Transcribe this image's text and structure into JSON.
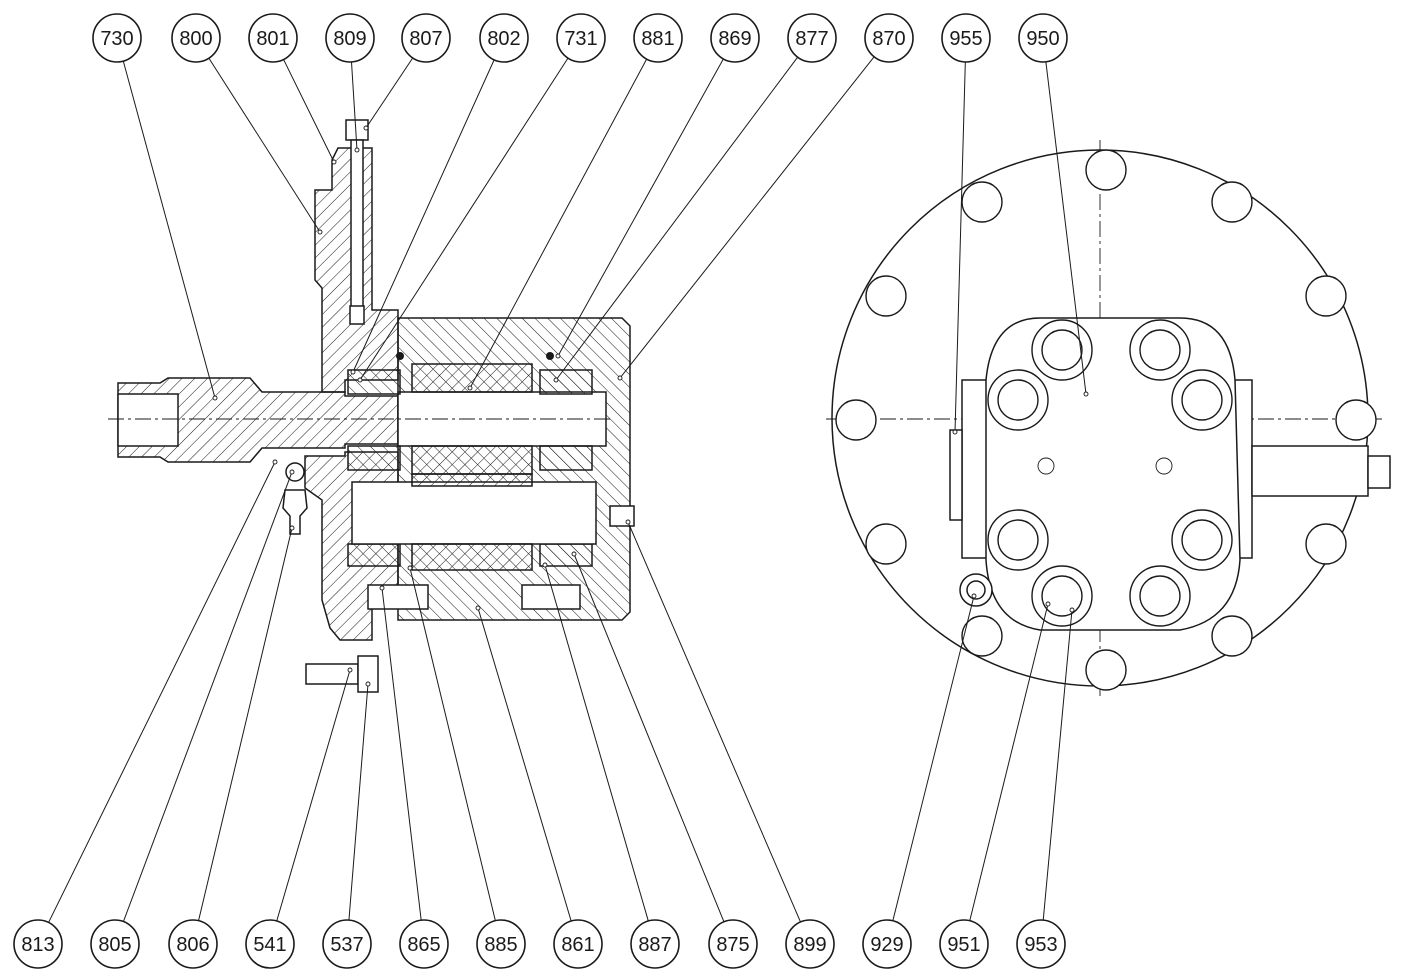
{
  "callouts_top": [
    "730",
    "800",
    "801",
    "809",
    "807",
    "802",
    "731",
    "881",
    "869",
    "877",
    "870",
    "955",
    "950"
  ],
  "callouts_bottom": [
    "813",
    "805",
    "806",
    "541",
    "537",
    "865",
    "885",
    "861",
    "887",
    "875",
    "899",
    "929",
    "951",
    "953"
  ],
  "colors": {
    "line": "#1a1a1a",
    "background": "#ffffff"
  }
}
